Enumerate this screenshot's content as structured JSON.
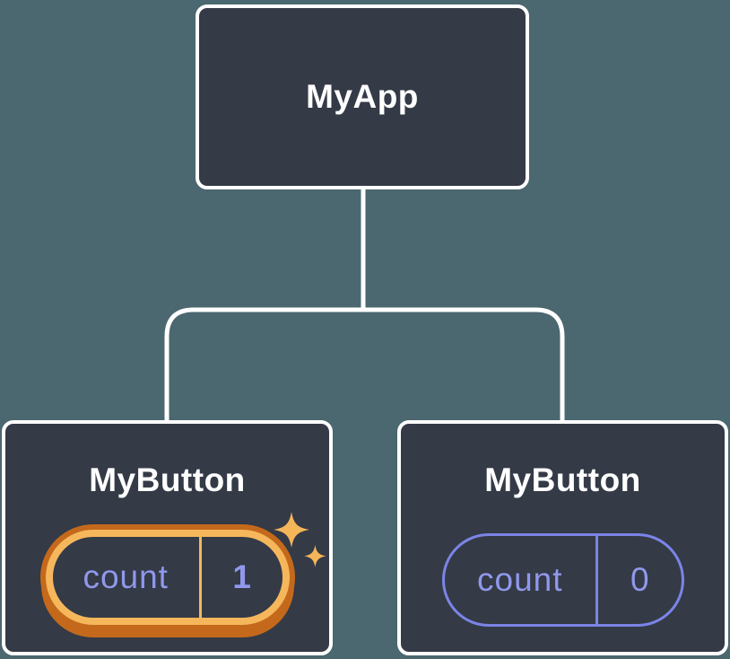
{
  "diagram": {
    "type": "component-tree",
    "tree": {
      "root": {
        "label": "MyApp"
      },
      "children": [
        {
          "label": "MyButton",
          "state": {
            "name": "count",
            "value": "1"
          },
          "highlighted": true,
          "decoration": "sparkles-icon"
        },
        {
          "label": "MyButton",
          "state": {
            "name": "count",
            "value": "0"
          },
          "highlighted": false,
          "decoration": null
        }
      ]
    }
  },
  "colors": {
    "bg": "#4B676F",
    "box": "#343A46",
    "line": "#FFFFFF",
    "label": "#FFFFFF",
    "purple": "#7B84E6",
    "purpleText": "#9098EC",
    "orangeLight": "#F6B75C",
    "orangeDark": "#C4691B",
    "sparkle": "#F5B659"
  }
}
